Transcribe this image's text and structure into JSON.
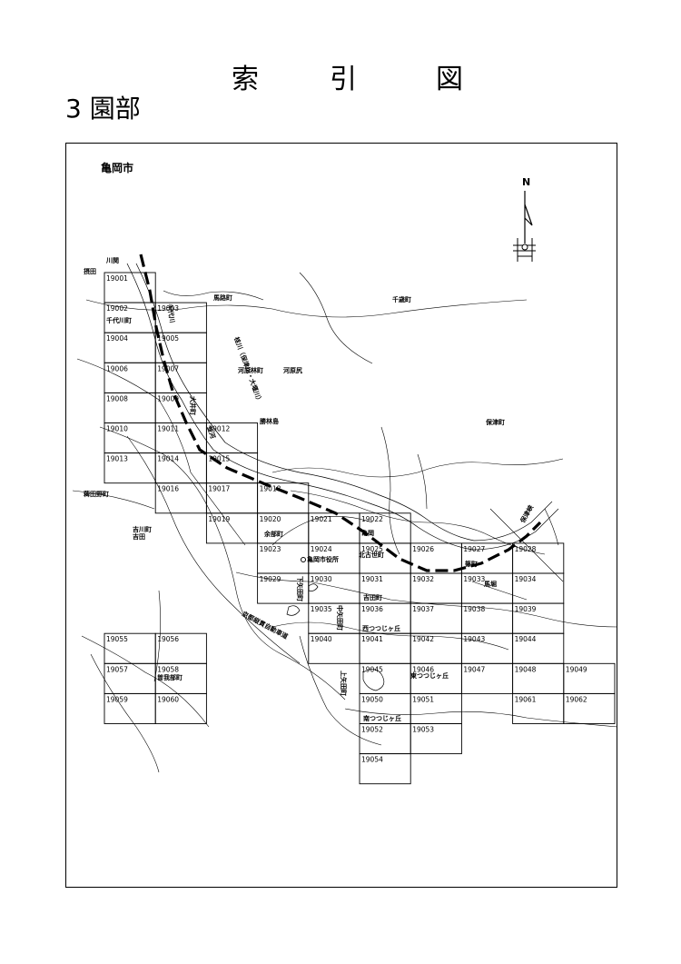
{
  "title": {
    "chars": [
      "索",
      "引",
      "図"
    ]
  },
  "subtitle": "3 園部",
  "map": {
    "city_label": "亀岡市",
    "north_label": "N",
    "sheets": [
      {
        "id": "19001",
        "col": 0,
        "row": 0
      },
      {
        "id": "19002",
        "col": 0,
        "row": 1
      },
      {
        "id": "19003",
        "col": 1,
        "row": 1
      },
      {
        "id": "19004",
        "col": 0,
        "row": 2
      },
      {
        "id": "19005",
        "col": 1,
        "row": 2
      },
      {
        "id": "19006",
        "col": 0,
        "row": 3
      },
      {
        "id": "19007",
        "col": 1,
        "row": 3
      },
      {
        "id": "19008",
        "col": 0,
        "row": 4
      },
      {
        "id": "19009",
        "col": 1,
        "row": 4
      },
      {
        "id": "19010",
        "col": 0,
        "row": 5
      },
      {
        "id": "19011",
        "col": 1,
        "row": 5
      },
      {
        "id": "19012",
        "col": 2,
        "row": 5
      },
      {
        "id": "19013",
        "col": 0,
        "row": 6
      },
      {
        "id": "19014",
        "col": 1,
        "row": 6
      },
      {
        "id": "19015",
        "col": 2,
        "row": 6
      },
      {
        "id": "19016",
        "col": 1,
        "row": 7
      },
      {
        "id": "19017",
        "col": 2,
        "row": 7
      },
      {
        "id": "19018",
        "col": 3,
        "row": 7
      },
      {
        "id": "19019",
        "col": 2,
        "row": 8
      },
      {
        "id": "19020",
        "col": 3,
        "row": 8
      },
      {
        "id": "19021",
        "col": 4,
        "row": 8
      },
      {
        "id": "19022",
        "col": 5,
        "row": 8
      },
      {
        "id": "19023",
        "col": 3,
        "row": 9
      },
      {
        "id": "19024",
        "col": 4,
        "row": 9
      },
      {
        "id": "19025",
        "col": 5,
        "row": 9
      },
      {
        "id": "19026",
        "col": 6,
        "row": 9
      },
      {
        "id": "19027",
        "col": 7,
        "row": 9
      },
      {
        "id": "19028",
        "col": 8,
        "row": 9
      },
      {
        "id": "19029",
        "col": 3,
        "row": 10
      },
      {
        "id": "19030",
        "col": 4,
        "row": 10
      },
      {
        "id": "19031",
        "col": 5,
        "row": 10
      },
      {
        "id": "19032",
        "col": 6,
        "row": 10
      },
      {
        "id": "19033",
        "col": 7,
        "row": 10
      },
      {
        "id": "19034",
        "col": 8,
        "row": 10
      },
      {
        "id": "19035",
        "col": 4,
        "row": 11
      },
      {
        "id": "19036",
        "col": 5,
        "row": 11
      },
      {
        "id": "19037",
        "col": 6,
        "row": 11
      },
      {
        "id": "19038",
        "col": 7,
        "row": 11
      },
      {
        "id": "19039",
        "col": 8,
        "row": 11
      },
      {
        "id": "19040",
        "col": 4,
        "row": 12
      },
      {
        "id": "19041",
        "col": 5,
        "row": 12
      },
      {
        "id": "19042",
        "col": 6,
        "row": 12
      },
      {
        "id": "19043",
        "col": 7,
        "row": 12
      },
      {
        "id": "19044",
        "col": 8,
        "row": 12
      },
      {
        "id": "19045",
        "col": 5,
        "row": 13
      },
      {
        "id": "19046",
        "col": 6,
        "row": 13
      },
      {
        "id": "19047",
        "col": 7,
        "row": 13
      },
      {
        "id": "19048",
        "col": 8,
        "row": 13
      },
      {
        "id": "19049",
        "col": 9,
        "row": 13
      },
      {
        "id": "19050",
        "col": 5,
        "row": 14
      },
      {
        "id": "19051",
        "col": 6,
        "row": 14
      },
      {
        "id": "19061",
        "col": 8,
        "row": 14
      },
      {
        "id": "19062",
        "col": 9,
        "row": 14
      },
      {
        "id": "19052",
        "col": 5,
        "row": 15
      },
      {
        "id": "19053",
        "col": 6,
        "row": 15
      },
      {
        "id": "19054",
        "col": 5,
        "row": 16
      },
      {
        "id": "19055",
        "col": 0,
        "row": 12
      },
      {
        "id": "19056",
        "col": 1,
        "row": 12
      },
      {
        "id": "19057",
        "col": 0,
        "row": 13
      },
      {
        "id": "19058",
        "col": 1,
        "row": 13
      },
      {
        "id": "19059",
        "col": 0,
        "row": 14
      },
      {
        "id": "19060",
        "col": 1,
        "row": 14
      }
    ],
    "place_labels": [
      {
        "text": "川関"
      },
      {
        "text": "摂田"
      },
      {
        "text": "馬路町"
      },
      {
        "text": "千歳町"
      },
      {
        "text": "千代川町"
      },
      {
        "text": "河原林町"
      },
      {
        "text": "河原尻"
      },
      {
        "text": "勝林島"
      },
      {
        "text": "保津町"
      },
      {
        "text": "薭田野町"
      },
      {
        "text": "吉川町"
      },
      {
        "text": "吉田"
      },
      {
        "text": "余部町"
      },
      {
        "text": "亀岡"
      },
      {
        "text": "北古世町"
      },
      {
        "text": "篠町"
      },
      {
        "text": "吉田町"
      },
      {
        "text": "西つつじヶ丘"
      },
      {
        "text": "曽我部町"
      },
      {
        "text": "東つつじヶ丘"
      },
      {
        "text": "南つつじヶ丘"
      },
      {
        "text": "馬堀"
      },
      {
        "text": "亀岡市役所"
      }
    ],
    "vertical_labels": [
      {
        "text": "桂川（保津川・大堰川）"
      },
      {
        "text": "千代川"
      },
      {
        "text": "大井町"
      },
      {
        "text": "並河"
      },
      {
        "text": "下矢田町"
      },
      {
        "text": "中矢田町"
      },
      {
        "text": "上矢田町"
      },
      {
        "text": "京都縦貫自動車道"
      },
      {
        "text": "保津峡"
      }
    ]
  }
}
